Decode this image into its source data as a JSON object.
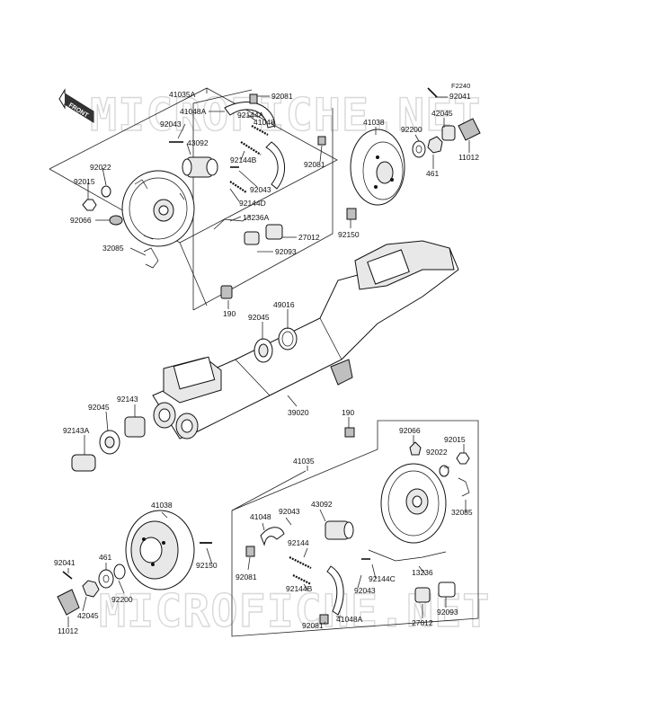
{
  "diagram": {
    "figure_code": "F2240",
    "watermark": "MICROFICHE.NET",
    "front_arrow_label": "FRONT",
    "labels": {
      "l41035A": "41035A",
      "l92081_top": "92081",
      "l41048A_top": "41048A",
      "l92144A": "92144A",
      "l92043_top1": "92043",
      "l41048_top": "41048",
      "l43092_top": "43092",
      "l92022_top": "92022",
      "l92144B_top": "92144B",
      "l92081_top2": "92081",
      "l92015_top": "92015",
      "l92043_top2": "92043",
      "l92144D": "92144D",
      "l92066_top": "92066",
      "l13236A": "13236A",
      "l27012_top": "27012",
      "l32085_top": "32085",
      "l92093_top": "92093",
      "l190_top": "190",
      "l92041_top": "92041",
      "l42045_top": "42045",
      "l41038_top": "41038",
      "l92200_top": "92200",
      "l461_top": "461",
      "l11012_top": "11012",
      "l92150_top": "92150",
      "l92045_mid": "92045",
      "l49016": "49016",
      "l39020": "39020",
      "l92143": "92143",
      "l92045_left": "92045",
      "l92143A": "92143A",
      "l190_bot": "190",
      "l92066_bot": "92066",
      "l92015_bot": "92015",
      "l92022_bot": "92022",
      "l41035": "41035",
      "l43092_bot": "43092",
      "l41048_bot": "41048",
      "l92043_bot1": "92043",
      "l32085_bot": "32085",
      "l41038_bot": "41038",
      "l92144": "92144",
      "l92041_bot": "92041",
      "l461_bot": "461",
      "l92150_bot": "92150",
      "l92081_bot1": "92081",
      "l92144C": "92144C",
      "l13236": "13236",
      "l92200_bot": "92200",
      "l92144B_bot": "92144B",
      "l92043_bot2": "92043",
      "l42045_bot": "42045",
      "l27012_bot": "27012",
      "l92093_bot": "92093",
      "l11012_bot": "11012",
      "l92081_bot2": "92081",
      "l41048A_bot": "41048A"
    }
  }
}
